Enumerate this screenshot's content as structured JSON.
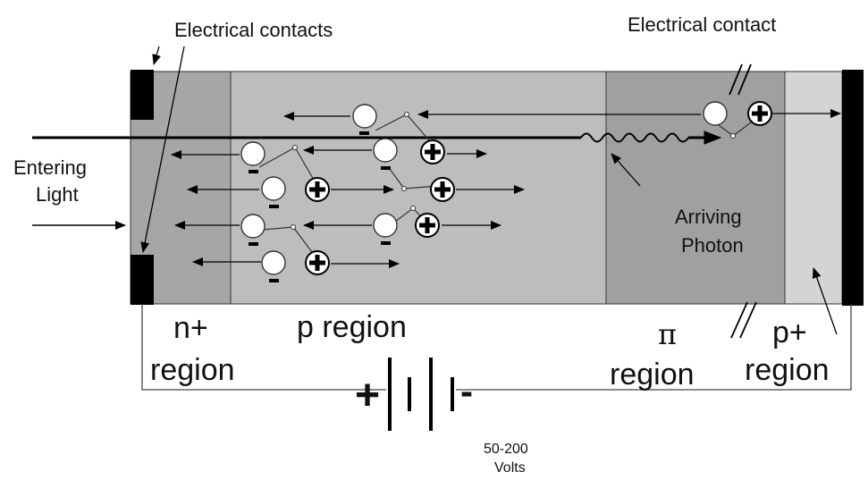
{
  "labels": {
    "electrical_contacts": "Electrical contacts",
    "electrical_contact": "Electrical contact",
    "entering_light_line1": "Entering",
    "entering_light_line2": "Light",
    "arriving_photon_line1": "Arriving",
    "arriving_photon_line2": "Photon",
    "n_plus_line1": "n+",
    "n_plus_line2": "region",
    "p_region": "p region",
    "pi_symbol": "π",
    "pi_line2": "region",
    "p_plus_line1": "p+",
    "p_plus_line2": "region",
    "battery_plus": "+",
    "battery_minus": "-",
    "voltage_line1": "50-200",
    "voltage_line2": "Volts"
  },
  "carrier_symbols": {
    "hole": "+",
    "electron": "-"
  },
  "colors": {
    "n_plus_region": "#a6a6a6",
    "p_region": "#bdbdbd",
    "pi_region": "#a0a0a0",
    "p_plus_region": "#d4d4d4",
    "contact": "#000000"
  }
}
